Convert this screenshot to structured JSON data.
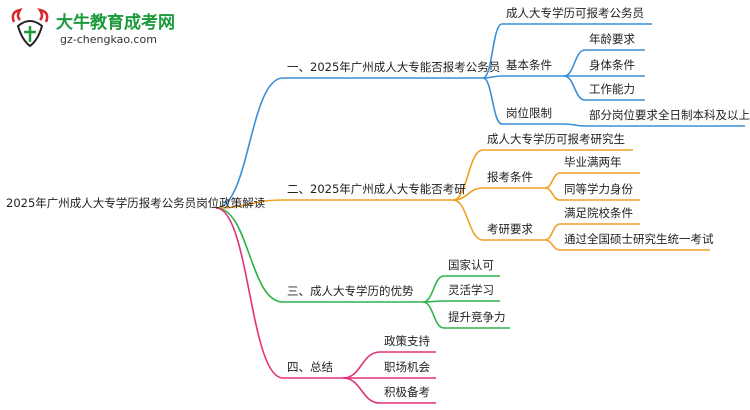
{
  "logo": {
    "title": "大牛教育成考网",
    "url": "gz-chengkao.com",
    "colors": {
      "green": "#1a9a3a",
      "red": "#d8262c"
    }
  },
  "mindmap": {
    "root": "2025年广州成人大专学历报考公务员岗位政策解读",
    "branches": [
      {
        "label": "一、2025年广州成人大专能否报考公务员",
        "color": "#3a8fd8",
        "children": [
          {
            "label": "成人大专学历可报考公务员",
            "children": []
          },
          {
            "label": "基本条件",
            "children": [
              {
                "label": "年龄要求"
              },
              {
                "label": "身体条件"
              },
              {
                "label": "工作能力"
              }
            ]
          },
          {
            "label": "岗位限制",
            "children": [
              {
                "label": "部分岗位要求全日制本科及以上学历"
              }
            ]
          }
        ]
      },
      {
        "label": "二、2025年广州成人大专能否考研",
        "color": "#f0a020",
        "children": [
          {
            "label": "成人大专学历可报考研究生",
            "children": []
          },
          {
            "label": "报考条件",
            "children": [
              {
                "label": "毕业满两年"
              },
              {
                "label": "同等学力身份"
              }
            ]
          },
          {
            "label": "考研要求",
            "children": [
              {
                "label": "满足院校条件"
              },
              {
                "label": "通过全国硕士研究生统一考试"
              }
            ]
          }
        ]
      },
      {
        "label": "三、成人大专学历的优势",
        "color": "#2db34a",
        "children": [
          {
            "label": "国家认可"
          },
          {
            "label": "灵活学习"
          },
          {
            "label": "提升竞争力"
          }
        ]
      },
      {
        "label": "四、总结",
        "color": "#e0307a",
        "children": [
          {
            "label": "政策支持"
          },
          {
            "label": "职场机会"
          },
          {
            "label": "积极备考"
          }
        ]
      }
    ]
  }
}
